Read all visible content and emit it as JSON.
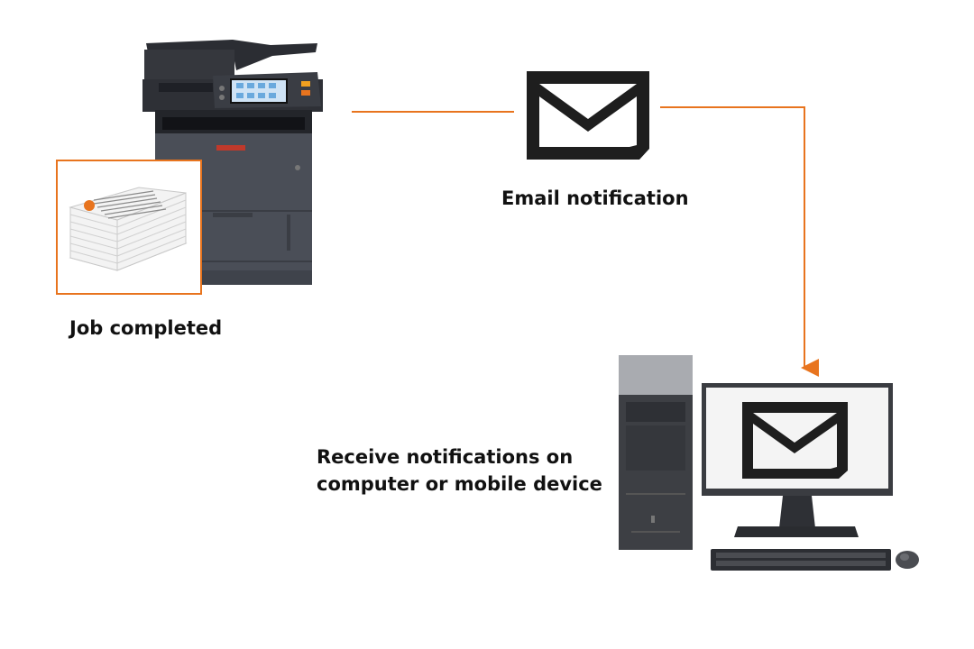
{
  "labels": {
    "job_completed": "Job completed",
    "email_notification": "Email notification",
    "receive_line1": "Receive notifications on",
    "receive_line2": "computer or mobile device"
  },
  "colors": {
    "accent": "#e8741e",
    "printer_body": "#4a4e57",
    "envelope": "#1e1e1e"
  },
  "icons": [
    "printer-icon",
    "paper-stack-icon",
    "envelope-icon",
    "desktop-computer-icon",
    "keyboard-icon",
    "mouse-icon"
  ]
}
